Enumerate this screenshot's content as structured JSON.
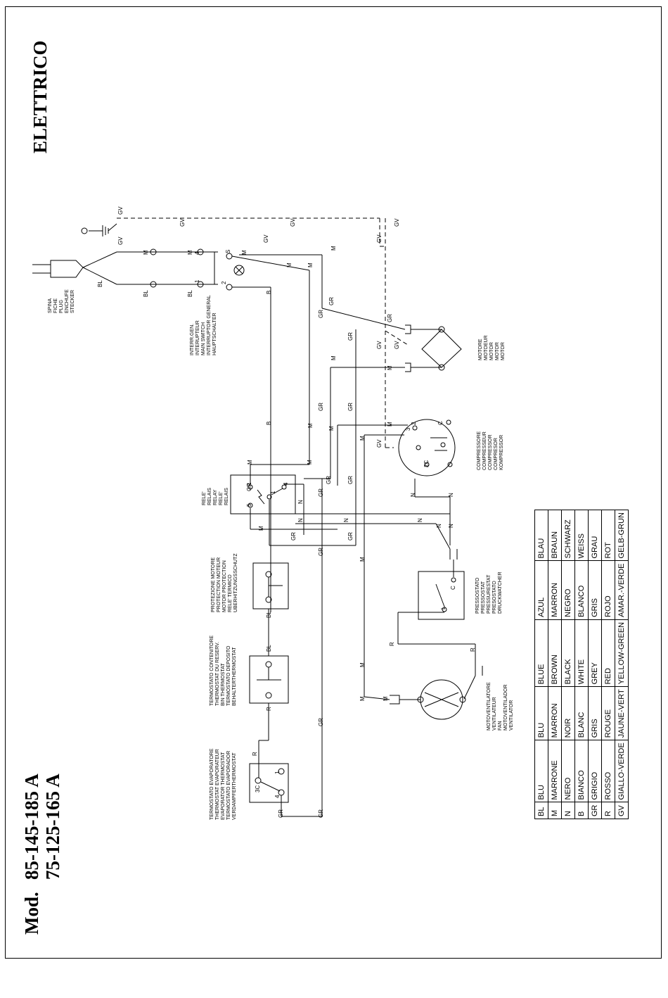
{
  "title": "ELETTRICO",
  "model": {
    "prefix": "Mod.",
    "line1": "85-145-185 A",
    "line2": "75-125-165 A"
  },
  "components": {
    "plug": [
      "SPINA",
      "FICHE",
      "PLUG",
      "ENCHUFE",
      "STECKER"
    ],
    "main_switch": [
      "INTERR.GEN.",
      "INTERUPTEUR",
      "MAIN SWITCH",
      "INTERRUPTOR GENERAL",
      "HAUPTSCHALTER"
    ],
    "fan_motor": [
      "MOTORE",
      "MOTOEUR",
      "MOTOR",
      "MOTOR",
      "MOTOR"
    ],
    "compressor": [
      "COMPRESSORE",
      "COMPRESSEUR",
      "COMPRESSOR",
      "COMPRESOR",
      "KOMPRESSOR"
    ],
    "relay": [
      "RELE'",
      "RELAIS",
      "RELAY",
      "RELE'",
      "RELAIS"
    ],
    "motor_protection": [
      "PROTEZIONE MOTORE",
      "PROTECTION MOTEUR",
      "MOTOR PROTECTION",
      "RELE' TERMICO",
      "UBERHITZUNGSSCHUTZ"
    ],
    "pressostat": [
      "PRESSOSTATO",
      "PRESSOSTAT",
      "PRESSURESTAT",
      "PRESOSTATO",
      "DRUCKWATCHER"
    ],
    "bin_thermostat": [
      "TERMOSTATO CONTENITORE",
      "THERMOSTAT DU RESERV.",
      "BIN THERMOSTAT",
      "TERMOSTATO DEPOSITO",
      "BEHALTERTHERMOSTAT"
    ],
    "fan": [
      "MOTOVENTILATORE",
      "VENTILATEUR",
      "FAN",
      "MOTOVENTILADOR",
      "VENTILATOR"
    ],
    "evap_thermostat": [
      "TERMOSTATO EVAPORATORE",
      "THERMOSTAT EVAPORATEUR",
      "EVAPORATOR THERMOSTAT",
      "TERMOSTATO EVAPORADOR",
      "VERDAMPFERTHERMOSTAT"
    ]
  },
  "wire_codes": [
    "GV",
    "M",
    "BL",
    "B",
    "GR",
    "N",
    "R"
  ],
  "terminals": [
    "S",
    "1",
    "2",
    "4",
    "3",
    "5",
    "C",
    "L",
    "2C",
    "3C"
  ],
  "color_table": {
    "codes": [
      "BL",
      "M",
      "N",
      "B",
      "GR",
      "R",
      "GV"
    ],
    "columns": [
      [
        "BLU",
        "MARRONE",
        "NERO",
        "BIANCO",
        "GRIGIO",
        "ROSSO",
        "GIALLO-VERDE"
      ],
      [
        "BLU",
        "MARRON",
        "NOIR",
        "BLANC",
        "GRIS",
        "ROUGE",
        "JAUNE-VERT"
      ],
      [
        "BLUE",
        "BROWN",
        "BLACK",
        "WHITE",
        "GREY",
        "RED",
        "YELLOW-GREEN"
      ],
      [
        "AZUL",
        "MARRON",
        "NEGRO",
        "BLANCO",
        "GRIS",
        "ROJO",
        "AMAR.-VERDE"
      ],
      [
        "BLAU",
        "BRAUN",
        "SCHWARZ",
        "WEISS",
        "GRAU",
        "ROT",
        "GELB-GRUN"
      ]
    ]
  }
}
